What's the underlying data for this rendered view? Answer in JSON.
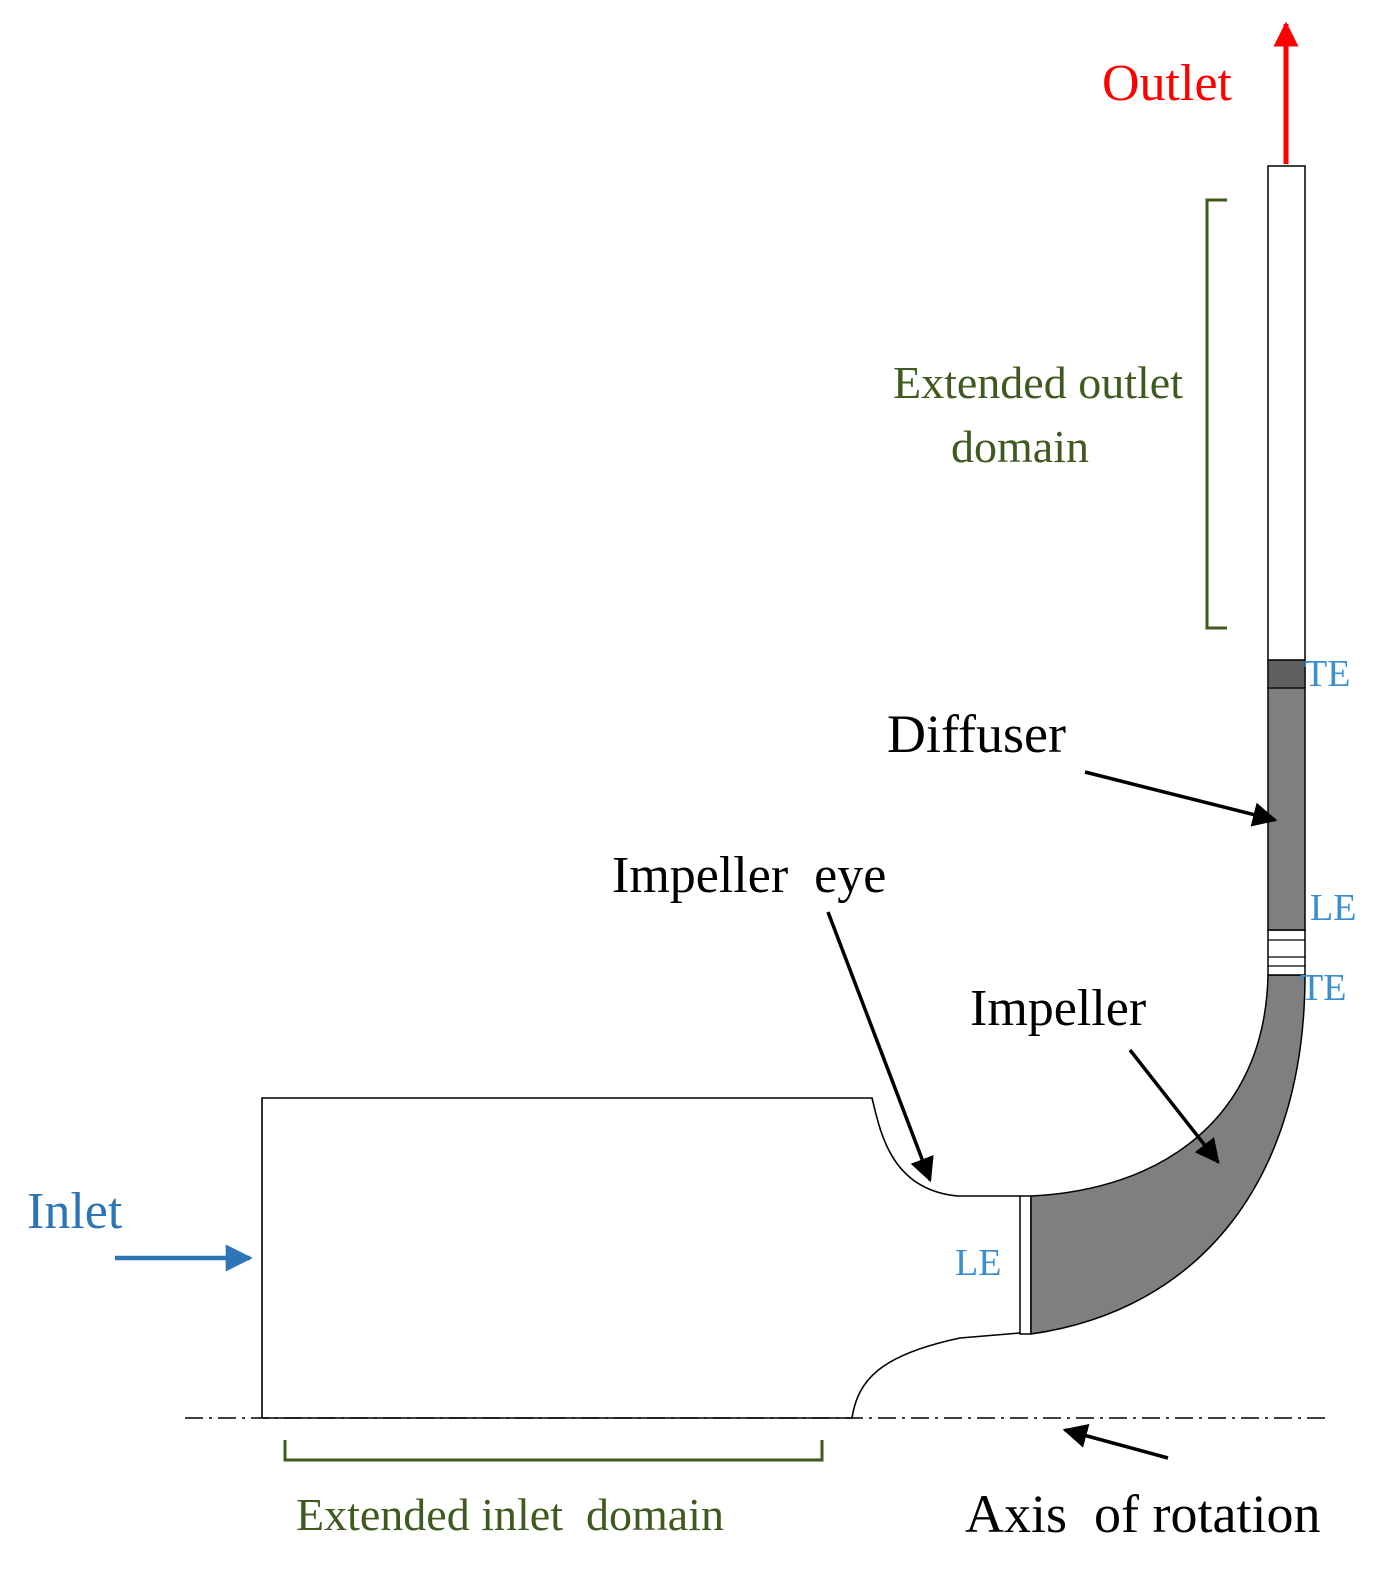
{
  "labels": {
    "outlet": "Outlet",
    "extended_outlet_line1": "Extended outlet",
    "extended_outlet_line2": "domain",
    "te_diffuser": "TE",
    "diffuser": "Diffuser",
    "le_diffuser": "LE",
    "te_impeller": "TE",
    "impeller_eye": "Impeller  eye",
    "impeller": "Impeller",
    "inlet": "Inlet",
    "le_impeller": "LE",
    "extended_inlet": "Extended inlet  domain",
    "axis": "Axis  of rotation"
  },
  "colors": {
    "outlet": "#ff0000",
    "inlet": "#2e75b6",
    "edge_label": "#3a8fd0",
    "domain_label": "#3f5a1e",
    "bracket": "#3f5a1e",
    "text": "#000000",
    "blade_fill": "#7f7f7f",
    "line": "#000000"
  }
}
